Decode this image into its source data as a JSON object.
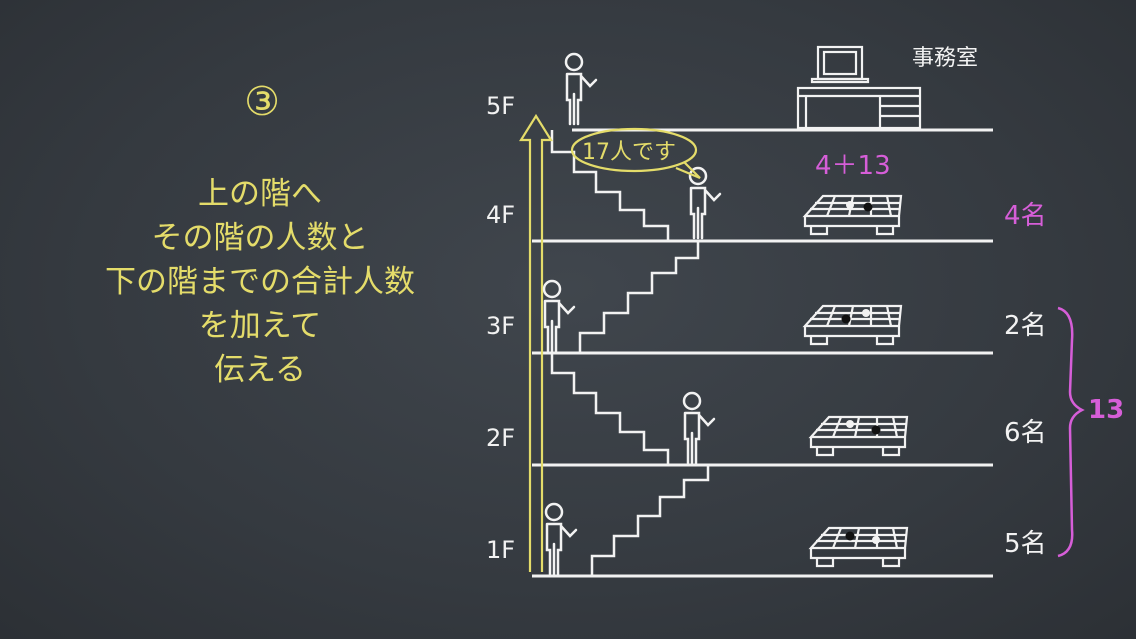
{
  "step_number": "③",
  "instructions": [
    "上の階へ",
    "その階の人数と",
    "下の階までの合計人数",
    "を加えて",
    "伝える"
  ],
  "office_label": "事務室",
  "speech_bubble": "17人です",
  "sum_label": "4＋13",
  "floors": [
    {
      "label": "5F",
      "count": ""
    },
    {
      "label": "4F",
      "count": "4名"
    },
    {
      "label": "3F",
      "count": "2名"
    },
    {
      "label": "2F",
      "count": "6名"
    },
    {
      "label": "1F",
      "count": "5名"
    }
  ],
  "brace_total": "13",
  "colors": {
    "yellow": "#e4dc6a",
    "pink": "#d65ed8",
    "chalk": "#f2f2f2",
    "board": "#373c42"
  },
  "icons": [
    "person-icon",
    "computer-desk-icon",
    "go-board-icon",
    "stairs-icon",
    "up-arrow-icon",
    "speech-bubble-icon",
    "brace-icon"
  ]
}
